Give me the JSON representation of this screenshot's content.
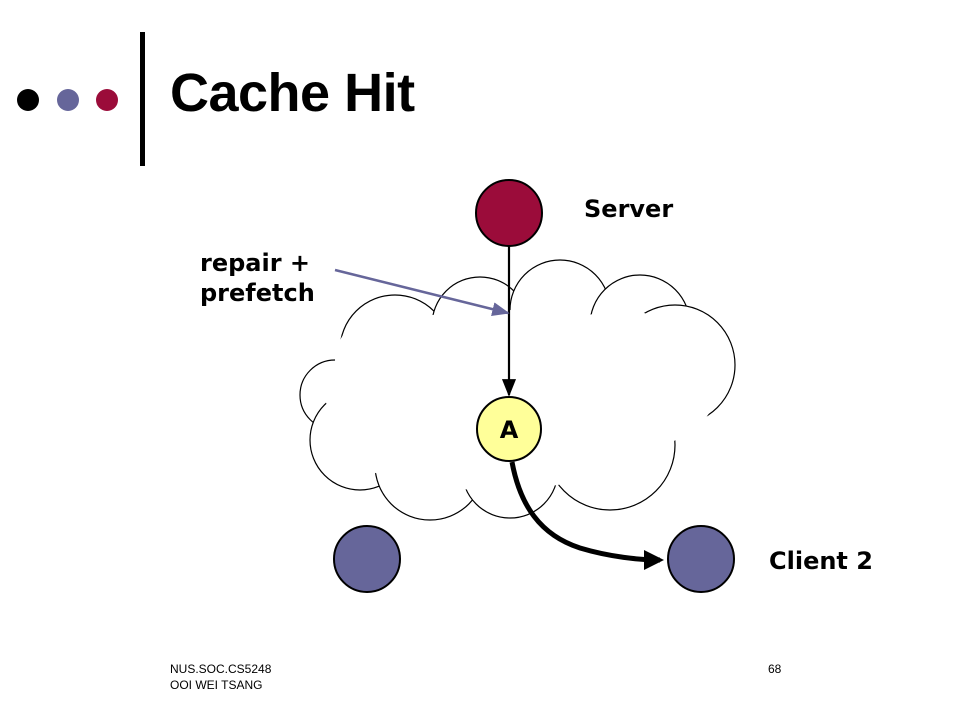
{
  "title": "Cache Hit",
  "colors": {
    "accent_dark": "#9b0c3a",
    "accent_light": "#66669a",
    "node_a_fill": "#ffff99",
    "arrow_gray": "#66669a"
  },
  "diagram": {
    "server_label": "Server",
    "client_label": "Client 2",
    "node_a_label": "A",
    "annotation_line1": "repair +",
    "annotation_line2": "prefetch"
  },
  "footer": {
    "course": "NUS.SOC.CS5248",
    "author": "OOI WEI TSANG",
    "page": "68"
  }
}
